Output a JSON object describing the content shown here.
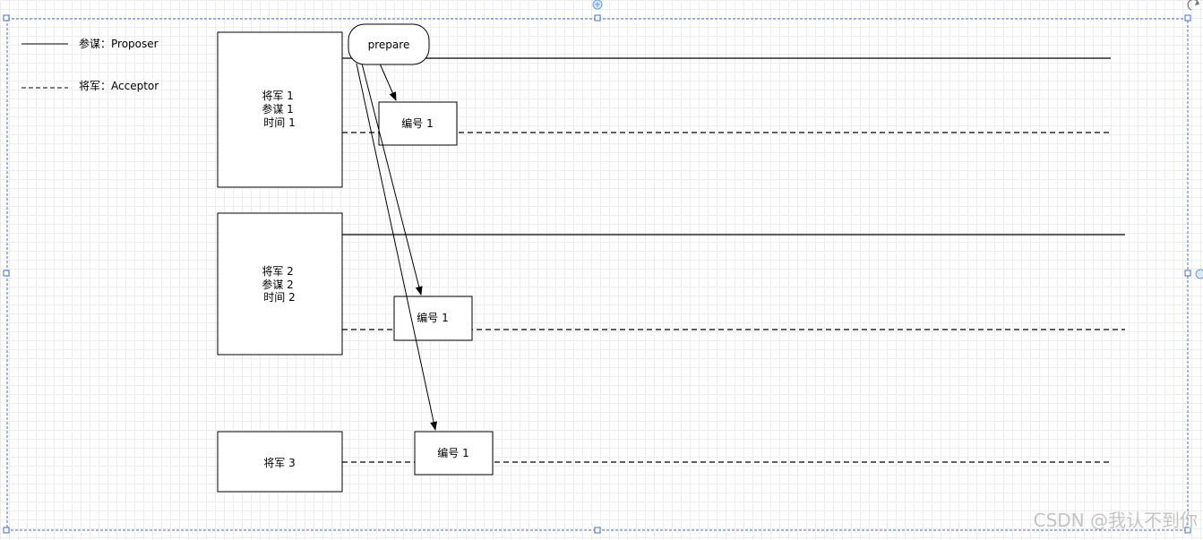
{
  "legend": {
    "proposer": "参谋：Proposer",
    "acceptor": "将军：Acceptor"
  },
  "generals": [
    {
      "lines": [
        "将军 1",
        "参谋 1",
        "时间 1"
      ]
    },
    {
      "lines": [
        "将军 2",
        "参谋 2",
        "时间 2"
      ]
    },
    {
      "lines": [
        "将军 3"
      ]
    }
  ],
  "prepare_label": "prepare",
  "numbers": [
    "编号 1",
    "编号 1",
    "编号 1"
  ],
  "watermark": "CSDN @我认不到你",
  "colors": {
    "selection": "#3f6fc4",
    "grid": "#ededed",
    "watermark": "#c4c4c4"
  }
}
